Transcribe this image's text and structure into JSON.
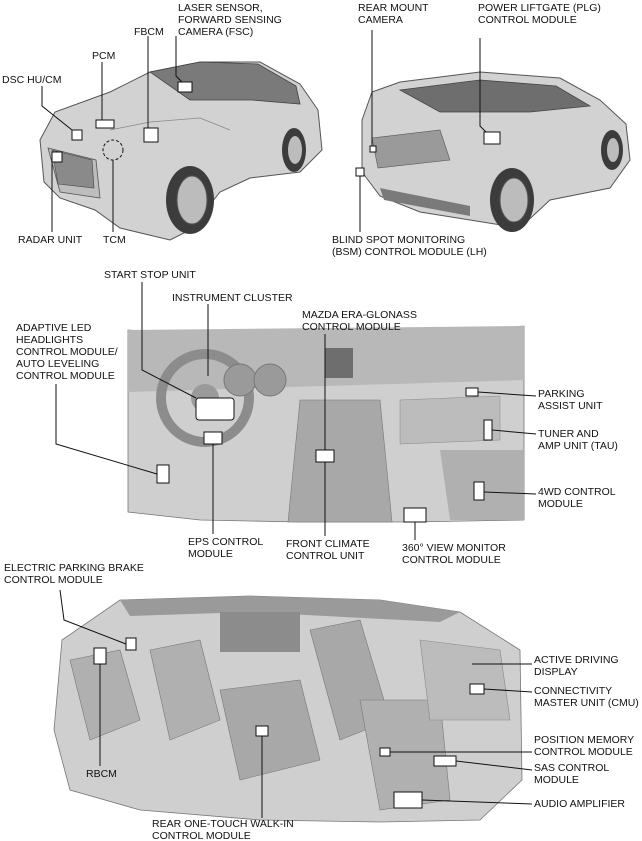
{
  "colors": {
    "line": "#111111",
    "car_body": "#d2d2d2",
    "car_shade": "#9a9a9a",
    "car_dark": "#6e6e6e",
    "interior": "#cfcfcf",
    "interior_dark": "#8c8c8c",
    "module_fill": "#ffffff"
  },
  "labels": {
    "laser_sensor": [
      "LASER SENSOR,",
      "FORWARD SENSING",
      "CAMERA (FSC)"
    ],
    "rear_camera": [
      "REAR MOUNT",
      "CAMERA"
    ],
    "plg": [
      "POWER LIFTGATE (PLG)",
      "CONTROL MODULE"
    ],
    "fbcm": [
      "FBCM"
    ],
    "pcm": [
      "PCM"
    ],
    "dsc": [
      "DSC HU/CM"
    ],
    "radar": [
      "RADAR UNIT"
    ],
    "tcm": [
      "TCM"
    ],
    "bsm": [
      "BLIND SPOT MONITORING",
      "(BSM) CONTROL MODULE (LH)"
    ],
    "start_stop": [
      "START STOP UNIT"
    ],
    "instrument": [
      "INSTRUMENT CLUSTER"
    ],
    "era_glonass": [
      "MAZDA ERA-GLONASS",
      "CONTROL MODULE"
    ],
    "adaptive_led": [
      "ADAPTIVE LED",
      "HEADLIGHTS",
      "CONTROL MODULE/",
      "AUTO LEVELING",
      "CONTROL MODULE"
    ],
    "parking_assist": [
      "PARKING",
      "ASSIST UNIT"
    ],
    "tuner": [
      "TUNER AND",
      "AMP UNIT (TAU)"
    ],
    "fwd": [
      "4WD CONTROL",
      "MODULE"
    ],
    "eps": [
      "EPS CONTROL",
      "MODULE"
    ],
    "climate": [
      "FRONT CLIMATE",
      "CONTROL UNIT"
    ],
    "view360": [
      "360° VIEW MONITOR",
      "CONTROL MODULE"
    ],
    "epb": [
      "ELECTRIC PARKING BRAKE",
      "CONTROL MODULE"
    ],
    "active_driving": [
      "ACTIVE DRIVING",
      "DISPLAY"
    ],
    "cmu": [
      "CONNECTIVITY",
      "MASTER UNIT (CMU)"
    ],
    "position_memory": [
      "POSITION MEMORY",
      "CONTROL MODULE"
    ],
    "sas": [
      "SAS CONTROL",
      "MODULE"
    ],
    "audio_amp": [
      "AUDIO AMPLIFIER"
    ],
    "rbcm": [
      "RBCM"
    ],
    "rear_walkin": [
      "REAR ONE-TOUCH WALK-IN",
      "CONTROL MODULE"
    ]
  }
}
